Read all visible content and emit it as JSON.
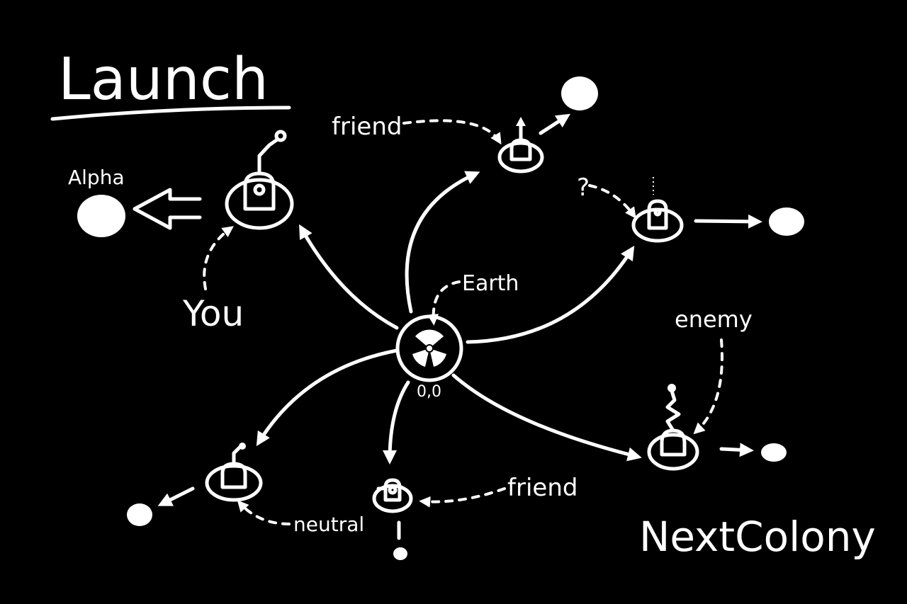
{
  "title": "Launch",
  "center": {
    "label": "0,0"
  },
  "labels": {
    "earth": "Earth",
    "you": "You",
    "alpha": "Alpha",
    "friend_top": "friend",
    "question": "?",
    "enemy": "enemy",
    "friend_bottom": "friend",
    "neutral": "neutral",
    "next_colony": "NextColony"
  },
  "colors": {
    "background": "#000000",
    "ink": "#ffffff"
  }
}
